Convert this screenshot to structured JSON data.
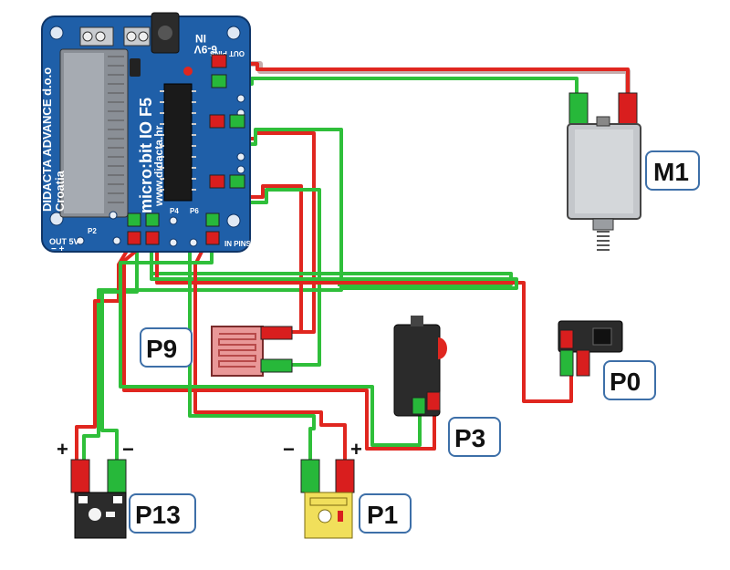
{
  "board": {
    "company": "DIDACTA ADVANCE d.o.o",
    "country": "Croatia",
    "model": "micro:bit IO F5",
    "website": "www.didacta.hr",
    "in_label": "IN",
    "voltage": "6-9V",
    "out_pins": "OUT PINS",
    "in_pins": "IN PINS",
    "out_5v": "OUT 5V",
    "p2": "P2",
    "p4": "P4",
    "p6": "P6"
  },
  "components": {
    "M1": "M1",
    "P9": "P9",
    "P3": "P3",
    "P0": "P0",
    "P13": "P13",
    "P1": "P1"
  },
  "polarity": {
    "p13_plus": "+",
    "p13_minus": "−",
    "p1_minus": "−",
    "p1_plus": "+"
  },
  "colors": {
    "board": "#1f5fa8",
    "wire_red": "#e0261f",
    "wire_green": "#2fbf3a",
    "plug_red": "#d91e1e",
    "plug_green": "#27b83a",
    "label_border": "#3d6fa8"
  }
}
